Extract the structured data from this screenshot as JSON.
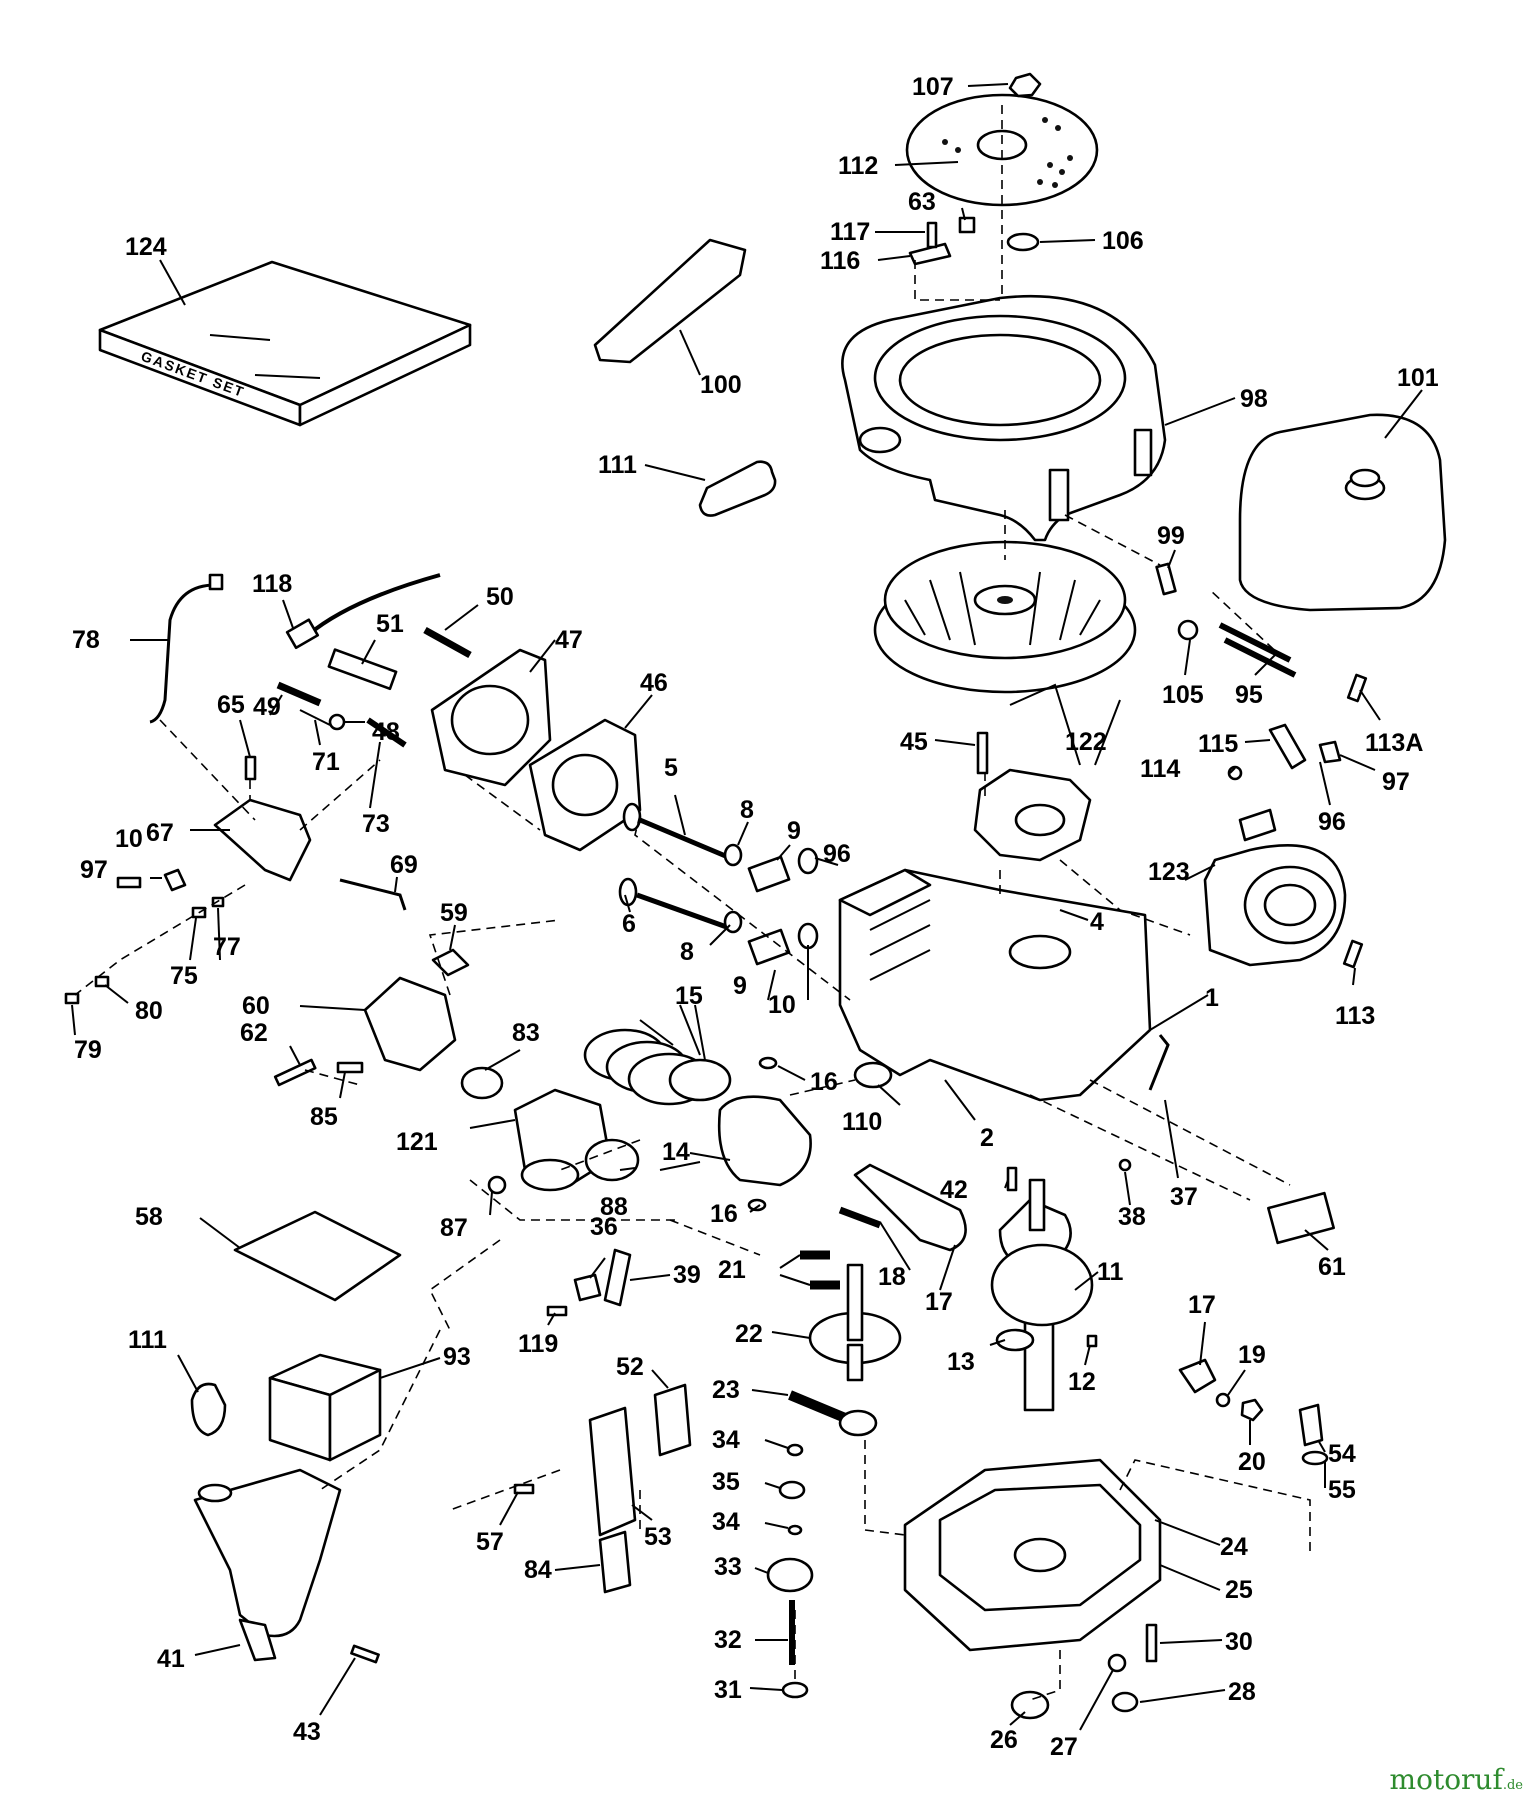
{
  "diagram": {
    "box_label": "GASKET SET",
    "callouts": [
      {
        "id": "c107",
        "text": "107"
      },
      {
        "id": "c112",
        "text": "112"
      },
      {
        "id": "c63",
        "text": "63"
      },
      {
        "id": "c117",
        "text": "117"
      },
      {
        "id": "c116",
        "text": "116"
      },
      {
        "id": "c106",
        "text": "106"
      },
      {
        "id": "c124",
        "text": "124"
      },
      {
        "id": "c100",
        "text": "100"
      },
      {
        "id": "c98",
        "text": "98"
      },
      {
        "id": "c101",
        "text": "101"
      },
      {
        "id": "c111a",
        "text": "111"
      },
      {
        "id": "c99",
        "text": "99"
      },
      {
        "id": "c118",
        "text": "118"
      },
      {
        "id": "c50",
        "text": "50"
      },
      {
        "id": "c78",
        "text": "78"
      },
      {
        "id": "c51",
        "text": "51"
      },
      {
        "id": "c47",
        "text": "47"
      },
      {
        "id": "c46",
        "text": "46"
      },
      {
        "id": "c105",
        "text": "105"
      },
      {
        "id": "c95",
        "text": "95"
      },
      {
        "id": "c113a",
        "text": "113A"
      },
      {
        "id": "c65",
        "text": "65"
      },
      {
        "id": "c49",
        "text": "49"
      },
      {
        "id": "c48",
        "text": "48"
      },
      {
        "id": "c122",
        "text": "122"
      },
      {
        "id": "c45",
        "text": "45"
      },
      {
        "id": "c115",
        "text": "115"
      },
      {
        "id": "c114",
        "text": "114"
      },
      {
        "id": "c97a",
        "text": "97"
      },
      {
        "id": "c71",
        "text": "71"
      },
      {
        "id": "c5",
        "text": "5"
      },
      {
        "id": "c73",
        "text": "73"
      },
      {
        "id": "c67",
        "text": "67"
      },
      {
        "id": "c8a",
        "text": "8"
      },
      {
        "id": "c9a",
        "text": "9"
      },
      {
        "id": "c96a",
        "text": "96"
      },
      {
        "id": "c10a",
        "text": "10"
      },
      {
        "id": "c96b",
        "text": "96"
      },
      {
        "id": "c97b",
        "text": "97"
      },
      {
        "id": "c69",
        "text": "69"
      },
      {
        "id": "c123",
        "text": "123"
      },
      {
        "id": "c4",
        "text": "4"
      },
      {
        "id": "c6",
        "text": "6"
      },
      {
        "id": "c59",
        "text": "59"
      },
      {
        "id": "c8b",
        "text": "8"
      },
      {
        "id": "c75",
        "text": "75"
      },
      {
        "id": "c77",
        "text": "77"
      },
      {
        "id": "c9b",
        "text": "9"
      },
      {
        "id": "c10b",
        "text": "10"
      },
      {
        "id": "c1",
        "text": "1"
      },
      {
        "id": "c113",
        "text": "113"
      },
      {
        "id": "c80",
        "text": "80"
      },
      {
        "id": "c60",
        "text": "60"
      },
      {
        "id": "c15",
        "text": "15"
      },
      {
        "id": "c79",
        "text": "79"
      },
      {
        "id": "c62",
        "text": "62"
      },
      {
        "id": "c83",
        "text": "83"
      },
      {
        "id": "c16a",
        "text": "16"
      },
      {
        "id": "c85",
        "text": "85"
      },
      {
        "id": "c110",
        "text": "110"
      },
      {
        "id": "c121",
        "text": "121"
      },
      {
        "id": "c2",
        "text": "2"
      },
      {
        "id": "c14",
        "text": "14"
      },
      {
        "id": "c42",
        "text": "42"
      },
      {
        "id": "c37",
        "text": "37"
      },
      {
        "id": "c88",
        "text": "88"
      },
      {
        "id": "c16b",
        "text": "16"
      },
      {
        "id": "c87",
        "text": "87"
      },
      {
        "id": "c38",
        "text": "38"
      },
      {
        "id": "c58",
        "text": "58"
      },
      {
        "id": "c36",
        "text": "36"
      },
      {
        "id": "c21",
        "text": "21"
      },
      {
        "id": "c18",
        "text": "18"
      },
      {
        "id": "c39",
        "text": "39"
      },
      {
        "id": "c61",
        "text": "61"
      },
      {
        "id": "c17a",
        "text": "17"
      },
      {
        "id": "c11",
        "text": "11"
      },
      {
        "id": "c111b",
        "text": "111"
      },
      {
        "id": "c22",
        "text": "22"
      },
      {
        "id": "c119",
        "text": "119"
      },
      {
        "id": "c17b",
        "text": "17"
      },
      {
        "id": "c93",
        "text": "93"
      },
      {
        "id": "c13",
        "text": "13"
      },
      {
        "id": "c19",
        "text": "19"
      },
      {
        "id": "c52",
        "text": "52"
      },
      {
        "id": "c12",
        "text": "12"
      },
      {
        "id": "c23",
        "text": "23"
      },
      {
        "id": "c20",
        "text": "20"
      },
      {
        "id": "c34a",
        "text": "34"
      },
      {
        "id": "c54",
        "text": "54"
      },
      {
        "id": "c35",
        "text": "35"
      },
      {
        "id": "c55",
        "text": "55"
      },
      {
        "id": "c57",
        "text": "57"
      },
      {
        "id": "c34b",
        "text": "34"
      },
      {
        "id": "c53",
        "text": "53"
      },
      {
        "id": "c24",
        "text": "24"
      },
      {
        "id": "c84",
        "text": "84"
      },
      {
        "id": "c33",
        "text": "33"
      },
      {
        "id": "c25",
        "text": "25"
      },
      {
        "id": "c41",
        "text": "41"
      },
      {
        "id": "c32",
        "text": "32"
      },
      {
        "id": "c30",
        "text": "30"
      },
      {
        "id": "c31",
        "text": "31"
      },
      {
        "id": "c28",
        "text": "28"
      },
      {
        "id": "c43",
        "text": "43"
      },
      {
        "id": "c26",
        "text": "26"
      },
      {
        "id": "c27",
        "text": "27"
      }
    ]
  },
  "watermark": {
    "brand": "motoruf",
    "suffix": ".de"
  }
}
